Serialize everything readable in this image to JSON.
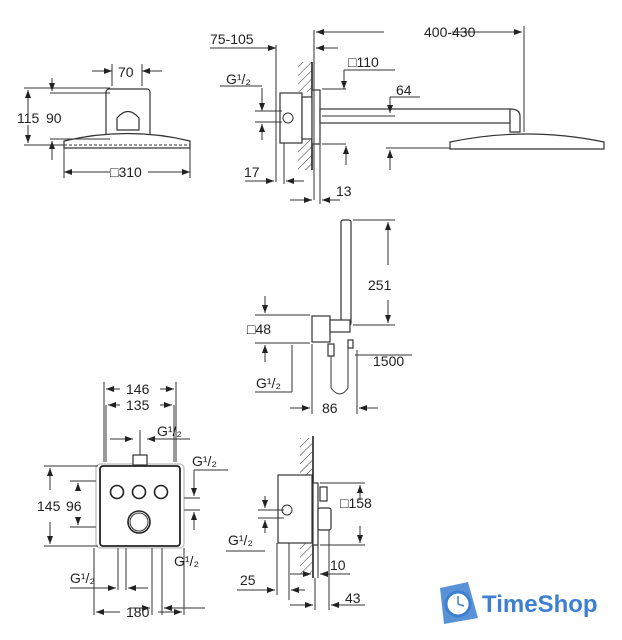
{
  "top_left_view": {
    "width_70": "70",
    "height_115": "115",
    "height_90": "90",
    "head_size": "□310"
  },
  "top_side_view": {
    "depth": "75-105",
    "thread": "G¹/₂",
    "plate": "□110",
    "arm_height": "64",
    "arm_length": "400-430",
    "dim_17": "17",
    "dim_13": "13"
  },
  "hand_shower_view": {
    "height_251": "251",
    "plate": "□48",
    "hose": "1500",
    "thread": "G¹/₂",
    "depth_86": "86"
  },
  "valve_front_view": {
    "width_146": "146",
    "width_135": "135",
    "thread_top": "G¹/₂",
    "thread_right": "G¹/₂",
    "height_145": "145",
    "height_96": "96",
    "thread_bottom_left": "G¹/₂",
    "thread_bottom_right": "G¹/₂",
    "width_180": "180"
  },
  "valve_side_view": {
    "plate": "□158",
    "thread": "G¹/₂",
    "dim_25": "25",
    "dim_10": "10",
    "dim_43": "43"
  },
  "logo": {
    "text": "TimeShop",
    "color": "#3d7fd0"
  }
}
